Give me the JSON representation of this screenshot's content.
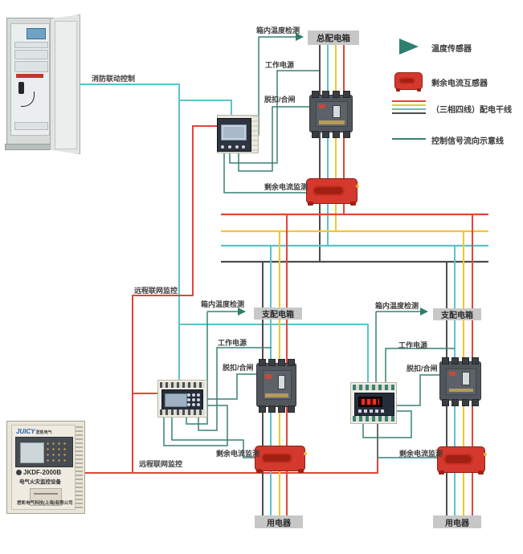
{
  "legend": {
    "items": [
      {
        "icon": "temperature-sensor-icon",
        "label": "温度传感器"
      },
      {
        "icon": "residual-current-transformer-icon",
        "label": "剩余电流互感器"
      },
      {
        "icon": "three-phase-four-wire-lines-icon",
        "label": "（三相四线）配电干线"
      },
      {
        "icon": "control-signal-line-icon",
        "label": "控制信号流向示意线"
      }
    ]
  },
  "boxes": {
    "main_distribution": "总配电箱",
    "sub_distribution_left": "支配电箱",
    "sub_distribution_right": "支配电箱",
    "load_left": "用电器",
    "load_right": "用电器"
  },
  "wire_labels": {
    "fire_linkage": "消防联动控制",
    "remote_top": "远程联网监控",
    "remote_bottom": "远程联网监控",
    "main_temp": "箱内温度检测",
    "main_power": "工作电源",
    "main_trip": "脱扣/合闸",
    "main_residual": "剩余电流监测",
    "left_temp": "箱内温度检测",
    "left_power": "工作电源",
    "left_trip": "脱扣/合闸",
    "left_residual": "剩余电流监测",
    "right_temp": "箱内温度检测",
    "right_power": "工作电源",
    "right_trip": "脱扣/合闸",
    "right_residual": "剩余电流监测"
  },
  "jkdf_device": {
    "brand": "JUICY",
    "brand_cn": "君凯电气",
    "model": "JKDF-2000B",
    "name": "电气火灾监控设备",
    "company": "君凯电气科技(上海)有限公司"
  },
  "colors": {
    "phase_red": "#e2453a",
    "phase_yellow": "#f3c62c",
    "neutral_cyan": "#5ec1cb",
    "phase_black": "#4d4d4d",
    "control_teal": "#3a8173",
    "ct_body_red": "#d5392e",
    "label_box_gray": "#c7c7c7"
  }
}
